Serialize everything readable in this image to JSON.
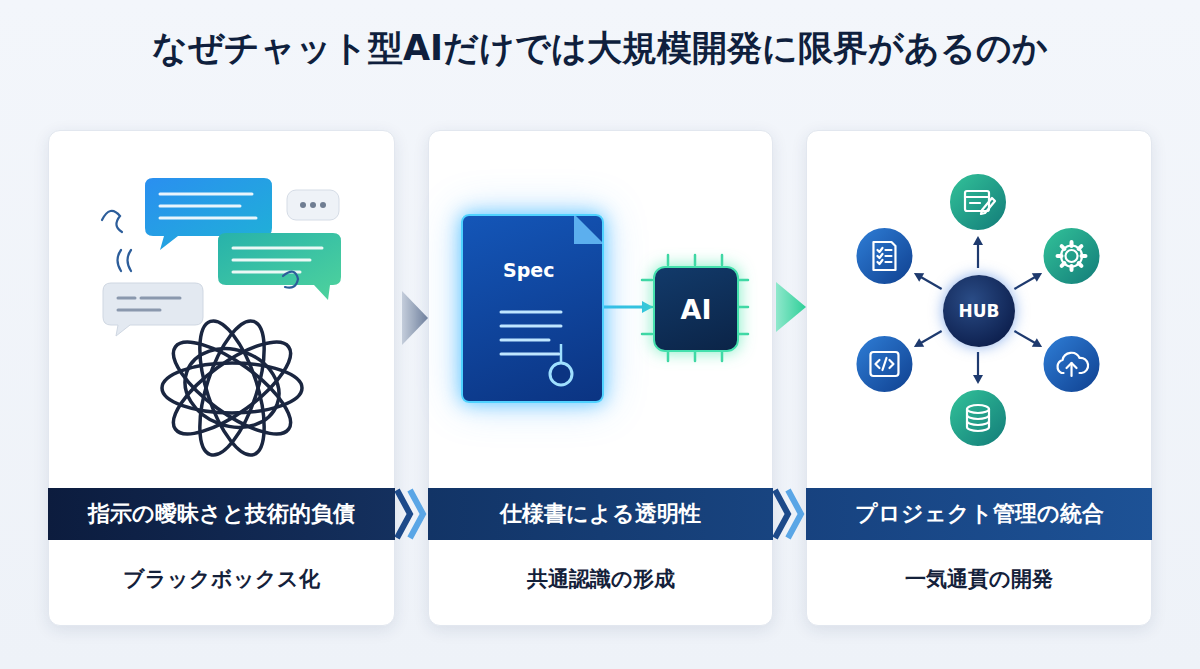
{
  "diagram": {
    "title": "なぜチャット型AIだけでは大規模開発に限界があるのか",
    "nodes": [
      {
        "text": [
          "ブラックボックス化"
        ]
      },
      {
        "text": [
          "指示の曖昧さと技術的負債"
        ],
        "in": 0
      },
      {
        "text": [
          "共通認識の形成"
        ]
      },
      {
        "text": [
          "仕様書による透明性"
        ],
        "in": 2
      },
      {
        "text": [
          "Spec"
        ],
        "in": 2
      },
      {
        "text": [
          "AI"
        ],
        "in": 2
      },
      {
        "text": [
          "一気通貫の開発"
        ]
      },
      {
        "text": [
          "プロジェクト管理の統合"
        ],
        "in": 6
      },
      {
        "text": [
          "HUB"
        ],
        "in": 6
      }
    ],
    "edges": [
      {
        "from": 0,
        "to": 2,
        "arrow": "to"
      },
      {
        "from": 4,
        "to": 5,
        "arrow": "to"
      },
      {
        "from": 5,
        "to": 6,
        "arrow": "to"
      }
    ]
  }
}
